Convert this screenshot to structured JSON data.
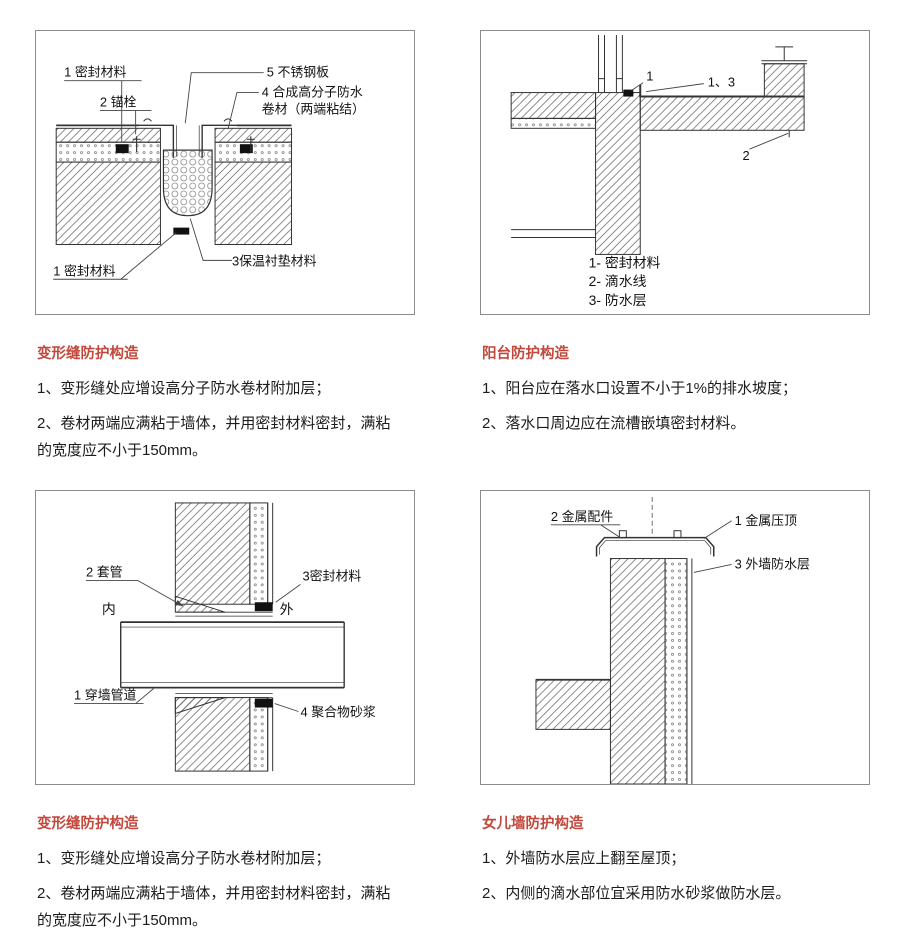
{
  "colors": {
    "title": "#c2483d",
    "text": "#1c1c1c",
    "line": "#333333",
    "border": "#8c8c8c"
  },
  "sections": {
    "joint_top": {
      "title": "变形缝防护构造",
      "notes": [
        "1、变形缝处应增设高分子防水卷材附加层；",
        "2、卷材两端应满粘于墙体，并用密封材料密封，满粘的宽度应不小于150mm。"
      ],
      "labels": {
        "seal_top": "1 密封材料",
        "anchor": "2 锚栓",
        "steel_plate": "5 不锈钢板",
        "membrane_l1": "4 合成高分子防水",
        "membrane_l2": "卷材（两端粘结）",
        "seal_bottom": "1 密封材料",
        "insulation_pad": "3保温衬垫材料"
      }
    },
    "balcony": {
      "title": "阳台防护构造",
      "notes": [
        "1、阳台应在落水口设置不小于1%的排水坡度；",
        "2、落水口周边应在流槽嵌填密封材料。"
      ],
      "labels": {
        "c1": "1",
        "c13": "1、3",
        "c2": "2"
      },
      "legend": [
        "1- 密封材料",
        "2- 滴水线",
        "3- 防水层"
      ]
    },
    "pipe": {
      "title": "变形缝防护构造",
      "notes": [
        "1、变形缝处应增设高分子防水卷材附加层；",
        "2、卷材两端应满粘于墙体，并用密封材料密封，满粘的宽度应不小于150mm。"
      ],
      "labels": {
        "sleeve": "2 套管",
        "inside": "内",
        "outside": "外",
        "seal": "3密封材料",
        "pipe": "1 穿墙管道",
        "mortar": "4 聚合物砂浆"
      }
    },
    "parapet": {
      "title": "女儿墙防护构造",
      "notes": [
        "1、外墙防水层应上翻至屋顶；",
        "2、内侧的滴水部位宜采用防水砂浆做防水层。"
      ],
      "labels": {
        "fittings": "2 金属配件",
        "coping": "1 金属压顶",
        "wall_wp": "3 外墙防水层"
      }
    }
  }
}
